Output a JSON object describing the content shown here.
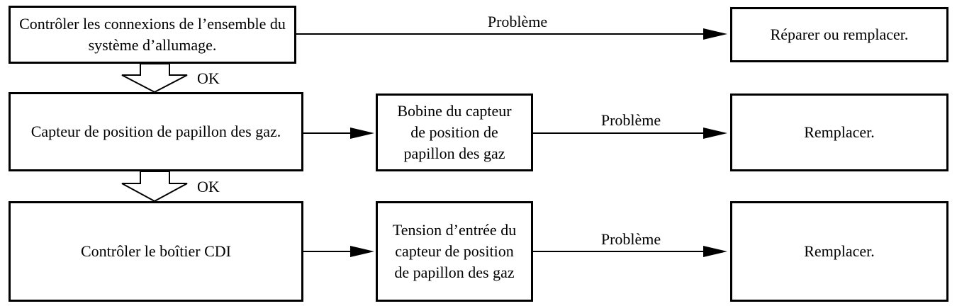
{
  "boxes": {
    "check_connections": "Contrôler les connexions de l’ensemble du système d’allumage.",
    "repair_replace": "Réparer ou remplacer.",
    "tps": "Capteur de position de papillon des gaz.",
    "tps_coil": "Bobine du capteur de position de papillon des gaz",
    "replace_1": "Remplacer.",
    "check_cdi": "Contrôler le boîtier CDI",
    "tps_input_voltage": "Tension d’entrée du capteur de position de papillon des gaz",
    "replace_2": "Remplacer."
  },
  "labels": {
    "problem_1": "Problème",
    "problem_2": "Problème",
    "problem_3": "Problème",
    "ok_1": "OK",
    "ok_2": "OK"
  }
}
